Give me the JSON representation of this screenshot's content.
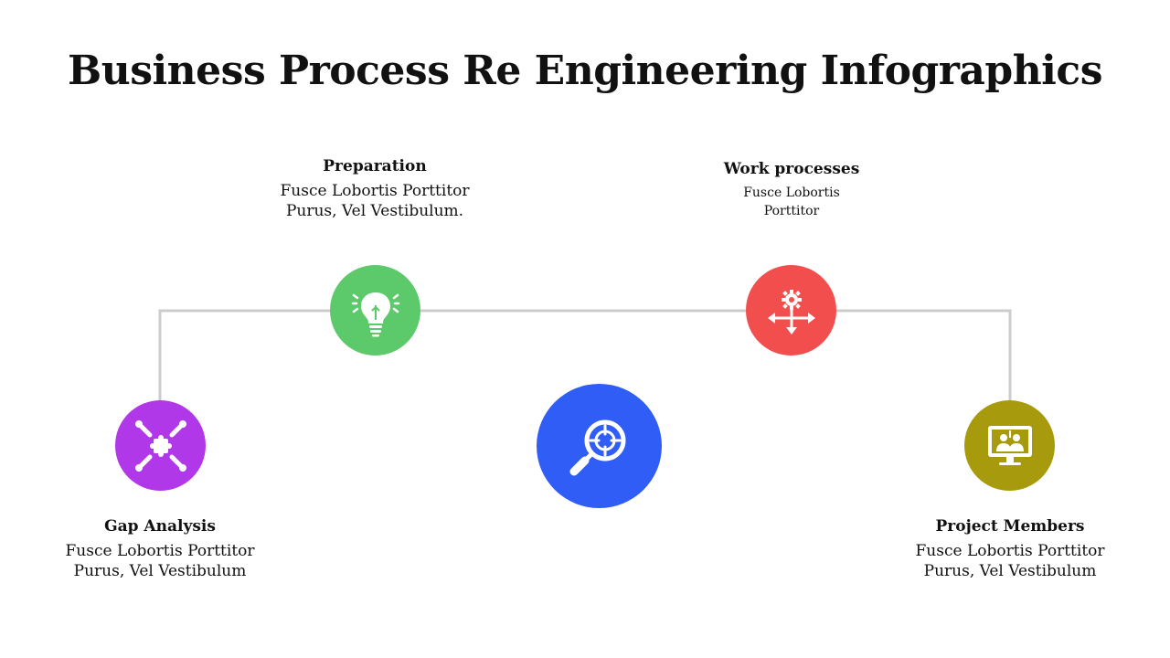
{
  "title": "Business Process Re Engineering Infographics",
  "colors": {
    "gap_analysis": "#B138E8",
    "preparation": "#5CC96A",
    "center": "#2F5DF5",
    "work_processes": "#F24E4E",
    "project_members": "#A79A0C",
    "connector": "#CCCCCC"
  },
  "steps": {
    "preparation": {
      "title": "Preparation",
      "desc_line1": "Fusce Lobortis Porttitor",
      "desc_line2": "Purus, Vel Vestibulum.",
      "icon": "lightbulb-icon"
    },
    "work_processes": {
      "title": "Work processes",
      "desc_line1": "Fusce Lobortis",
      "desc_line2": "Porttitor",
      "icon": "gear-arrows-icon"
    },
    "gap_analysis": {
      "title": "Gap Analysis",
      "desc_line1": "Fusce Lobortis Porttitor",
      "desc_line2": "Purus, Vel Vestibulum",
      "icon": "puzzle-hands-icon"
    },
    "project_members": {
      "title": "Project Members",
      "desc_line1": "Fusce Lobortis Porttitor",
      "desc_line2": "Purus, Vel Vestibulum",
      "icon": "monitor-team-icon"
    },
    "center": {
      "icon": "magnifier-target-icon"
    }
  }
}
